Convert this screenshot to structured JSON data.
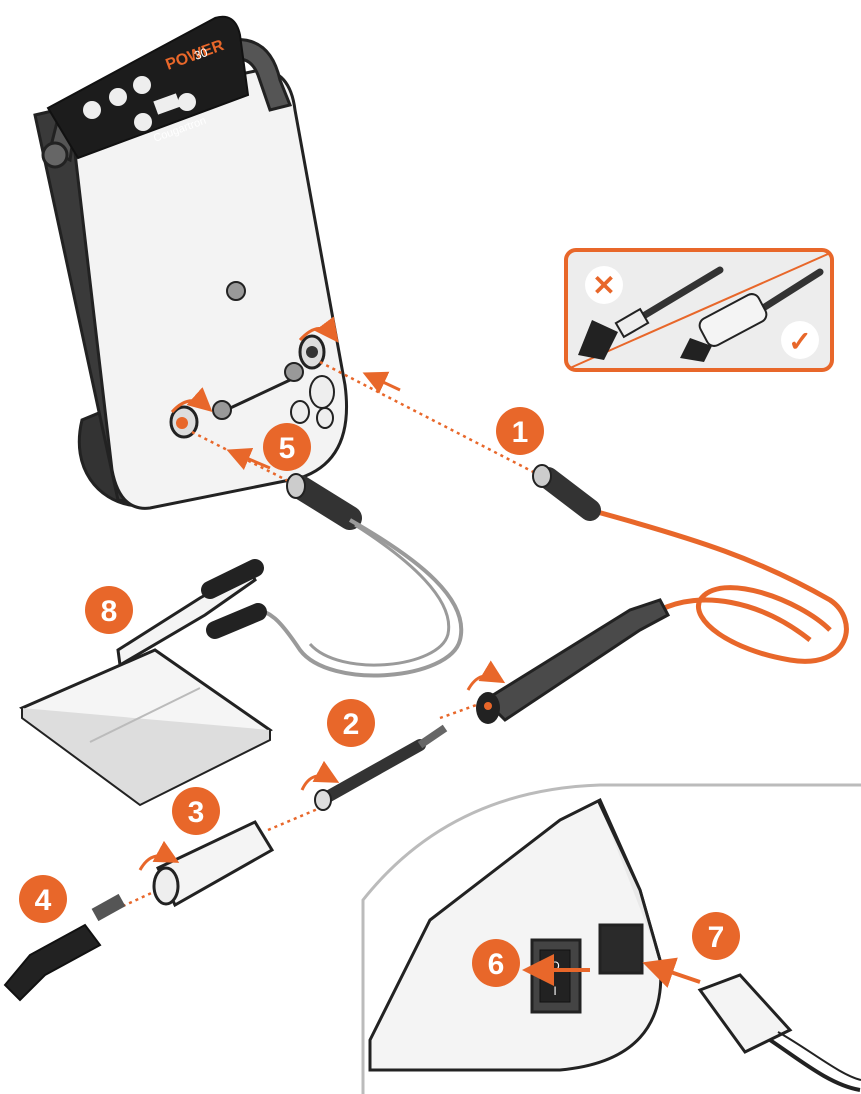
{
  "device": {
    "model_word": "POWER",
    "model_num": "30",
    "brand": "Cougartron"
  },
  "steps": [
    {
      "n": "1"
    },
    {
      "n": "2"
    },
    {
      "n": "3"
    },
    {
      "n": "4"
    },
    {
      "n": "5"
    },
    {
      "n": "6"
    },
    {
      "n": "7"
    },
    {
      "n": "8"
    }
  ],
  "inset_marks": {
    "wrong": "✕",
    "right": "✓"
  },
  "switch_label": {
    "off": "O",
    "on": "I"
  },
  "colors": {
    "accent": "#e8672a",
    "dark": "#2e2e2e",
    "body": "#f4f4f4",
    "cable_gray": "#9a9a9a"
  }
}
